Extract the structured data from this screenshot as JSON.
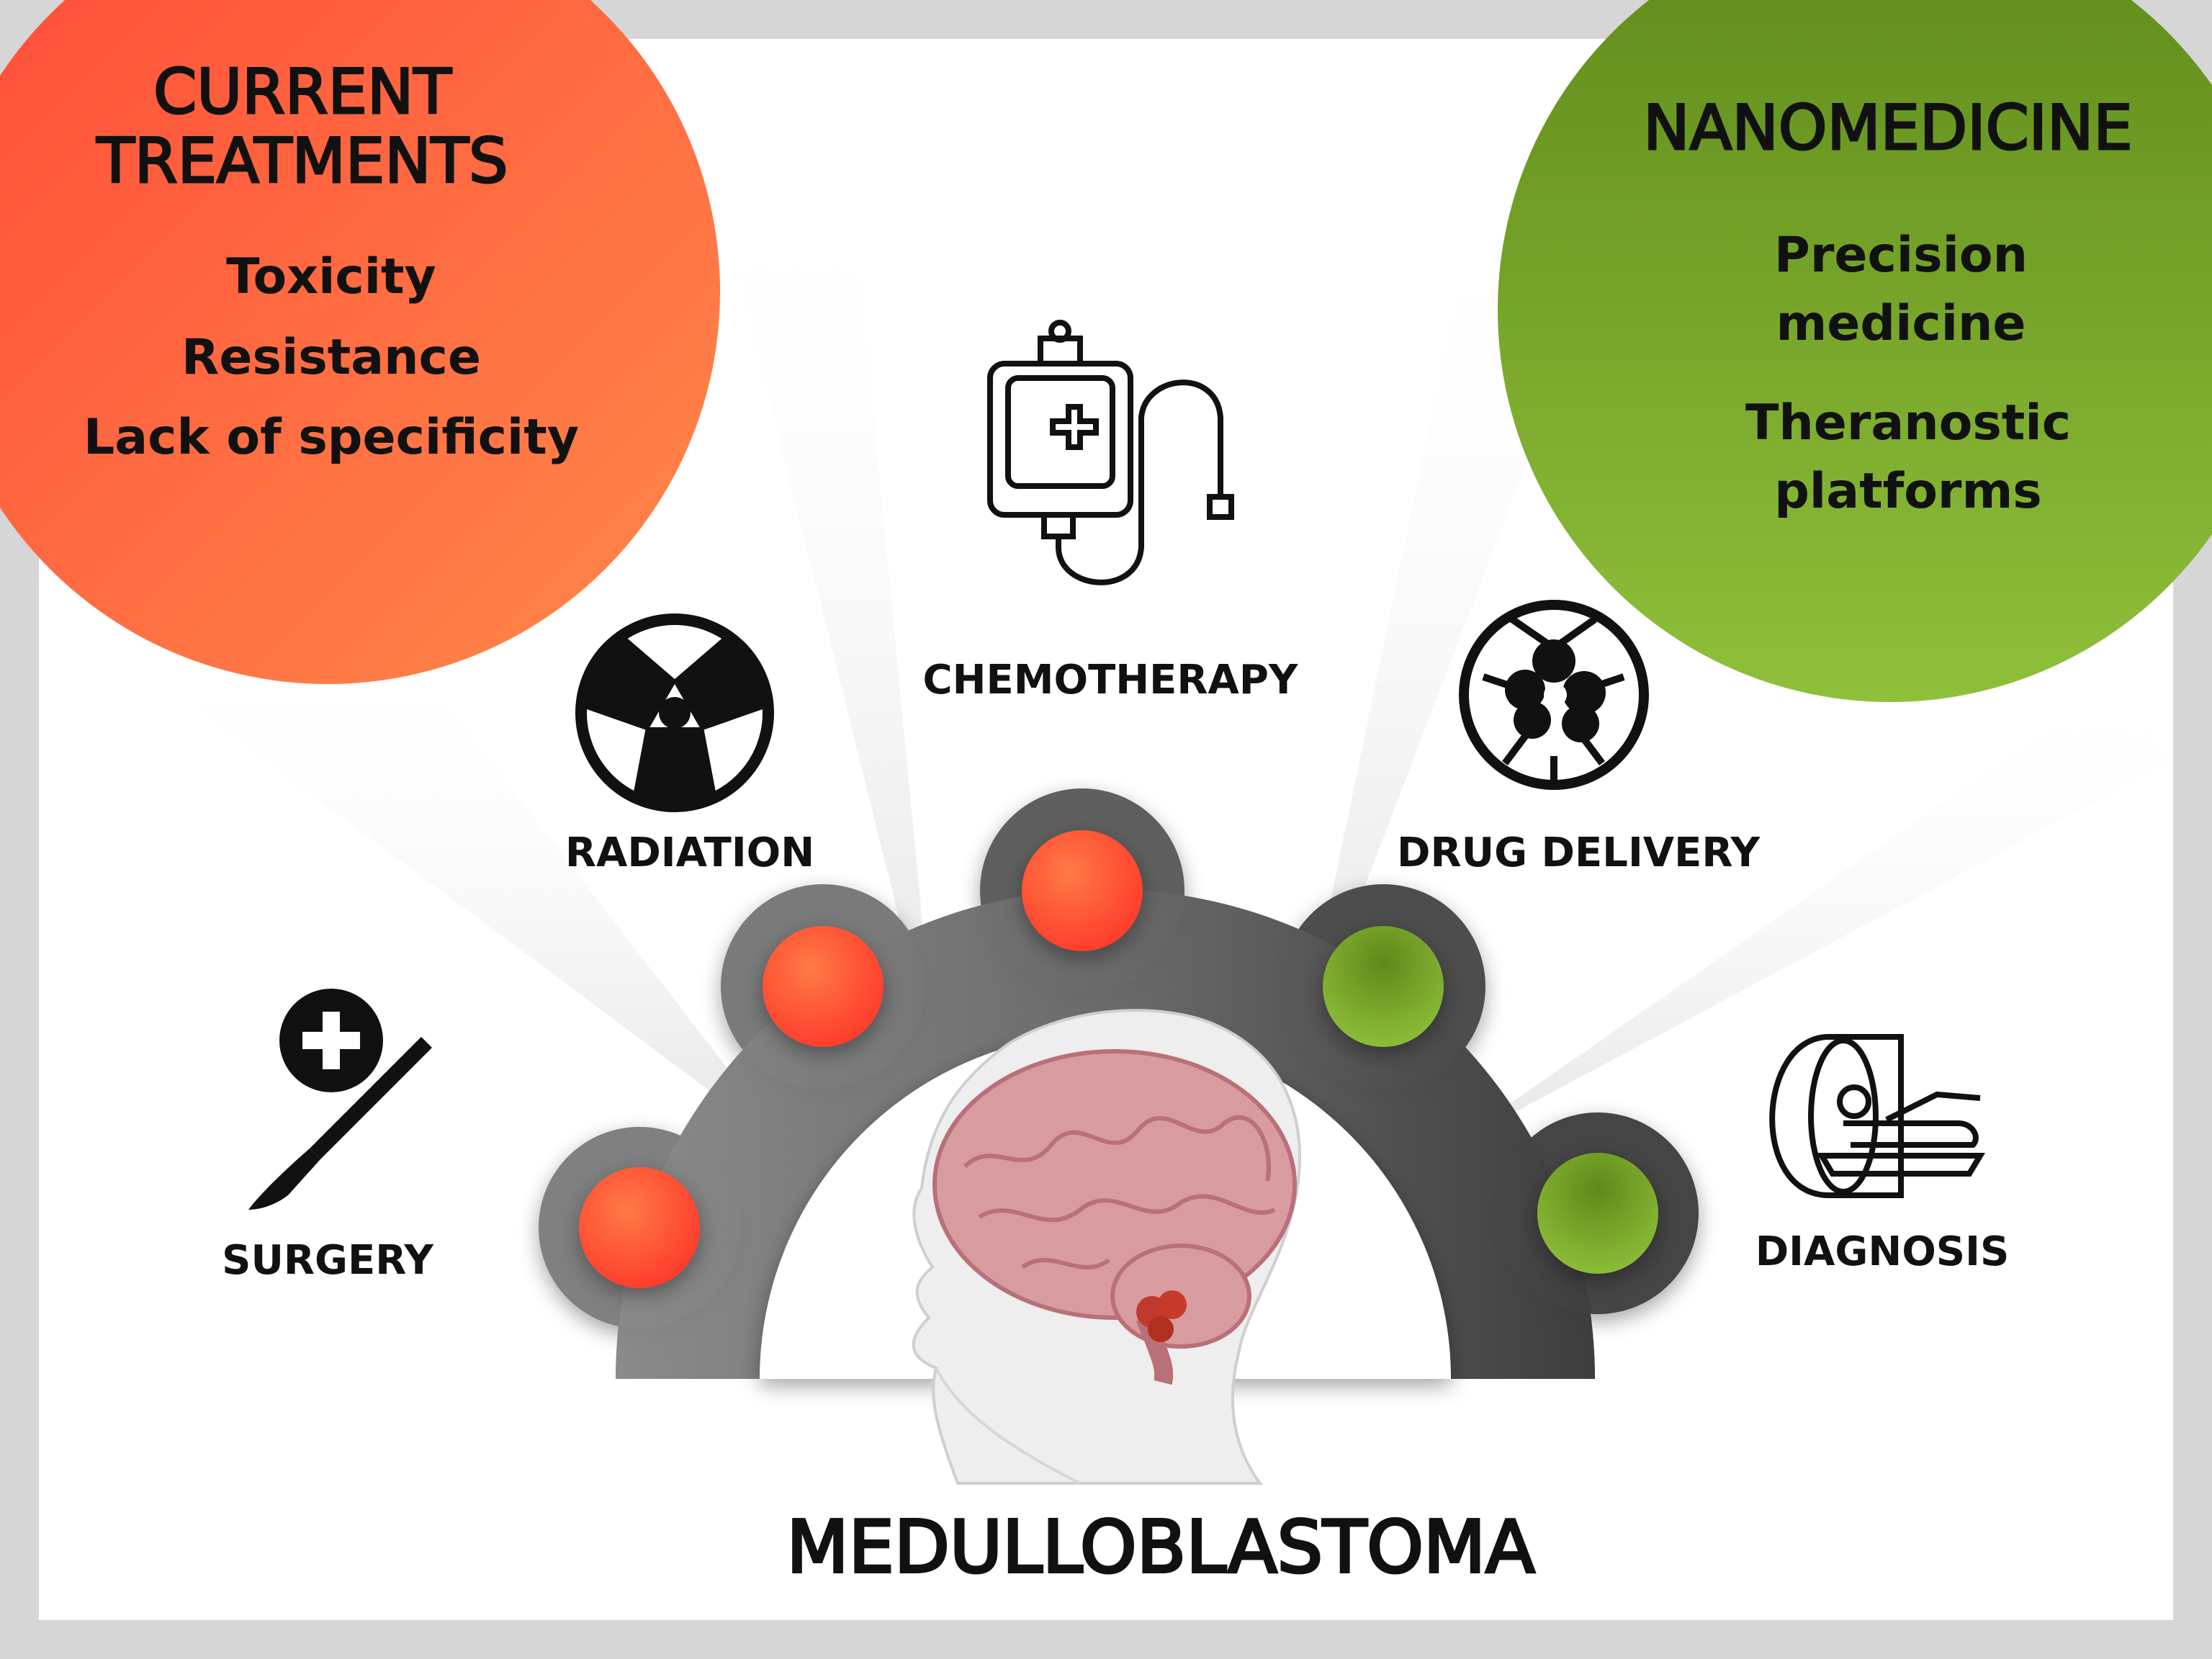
{
  "left_panel": {
    "title_line1": "CURRENT",
    "title_line2": "TREATMENTS",
    "items": [
      "Toxicity",
      "Resistance",
      "Lack of specificity"
    ],
    "color_start": "#ff4a38",
    "color_end": "#ff8a4a"
  },
  "right_panel": {
    "title": "NANOMEDICINE",
    "item1_line1": "Precision",
    "item1_line2": "medicine",
    "item2_line1": "Theranostic",
    "item2_line2": "platforms",
    "color_start": "#5f8a1a",
    "color_end": "#8fc03a"
  },
  "categories": {
    "surgery": "SURGERY",
    "radiation": "RADIATION",
    "chemotherapy": "CHEMOTHERAPY",
    "drug_delivery": "DRUG DELIVERY",
    "diagnosis": "DIAGNOSIS"
  },
  "icons": {
    "surgery": "scalpel-plus-icon",
    "radiation": "radiation-icon",
    "chemotherapy": "iv-bag-icon",
    "drug_delivery": "nanoparticle-icon",
    "diagnosis": "mri-scanner-icon"
  },
  "center_title": "MEDULLOBLASTOMA"
}
